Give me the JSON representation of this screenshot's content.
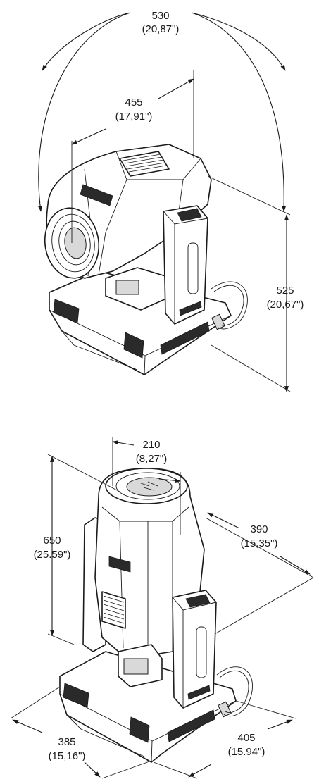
{
  "top_view": {
    "dim_width": {
      "mm": "530",
      "inch": "(20,87\")"
    },
    "dim_depth": {
      "mm": "455",
      "inch": "(17,91\")"
    },
    "dim_height": {
      "mm": "525",
      "inch": "(20,67\")"
    }
  },
  "bottom_view": {
    "dim_head": {
      "mm": "210",
      "inch": "(8,27\")"
    },
    "dim_height": {
      "mm": "650",
      "inch": "(25.59\")"
    },
    "dim_arm": {
      "mm": "390",
      "inch": "(15,35\")"
    },
    "dim_base_left": {
      "mm": "385",
      "inch": "(15,16\")"
    },
    "dim_base_right": {
      "mm": "405",
      "inch": "(15.94\")"
    }
  }
}
